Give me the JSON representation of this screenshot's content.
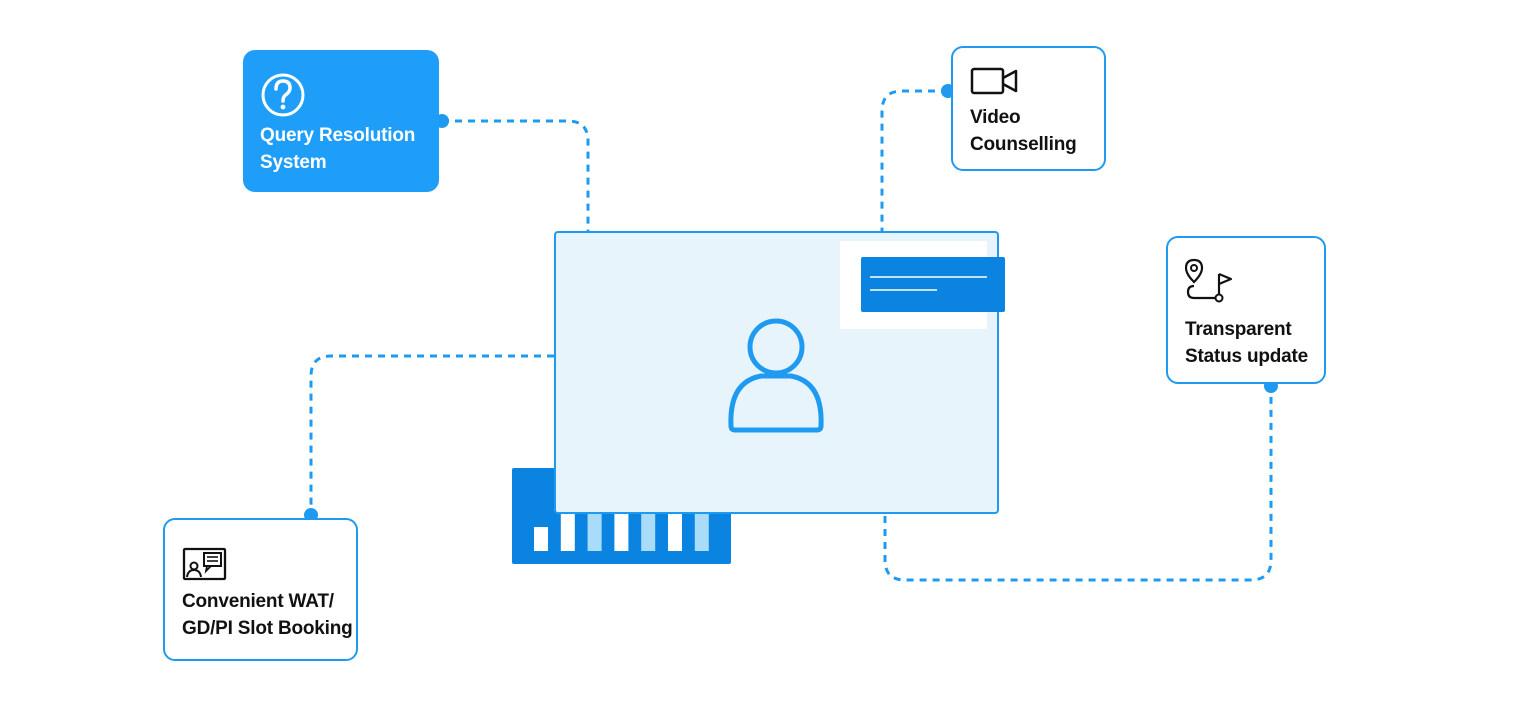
{
  "colors": {
    "accent": "#1e9bf0",
    "accent_fill": "#1e9ef9",
    "dark_blue": "#0a84e0",
    "light_blue_bar": "#a8dcf8",
    "monitor_bg": "#e8f4fc",
    "text": "#111111"
  },
  "features": {
    "query": {
      "label_line1": "Query Resolution",
      "label_line2": "System",
      "icon": "question-circle-icon"
    },
    "video": {
      "label_line1": "Video",
      "label_line2": "Counselling",
      "icon": "video-camera-icon"
    },
    "status": {
      "label_line1": "Transparent",
      "label_line2": "Status update",
      "icon": "route-pin-flag-icon"
    },
    "booking": {
      "label_line1": "Convenient WAT/",
      "label_line2": "GD/PI Slot Booking",
      "icon": "id-card-icon"
    }
  },
  "center": {
    "avatar_icon": "user-avatar-icon",
    "bar_pattern": [
      "white",
      "white",
      "light",
      "white",
      "light",
      "white",
      "light"
    ]
  }
}
